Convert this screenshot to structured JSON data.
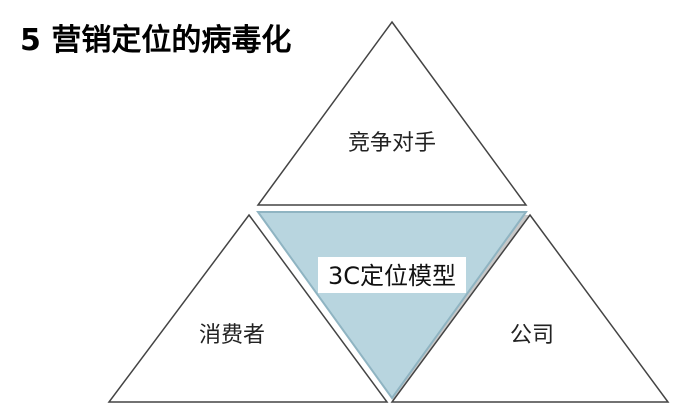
{
  "title": "5 营销定位的病毒化",
  "diagram": {
    "top": "竞争对手",
    "center": "3C定位模型",
    "left": "消费者",
    "right": "公司"
  },
  "colors": {
    "stroke": "#444444",
    "center_fill": "#b8d5df",
    "label_box": "#ffffff"
  }
}
